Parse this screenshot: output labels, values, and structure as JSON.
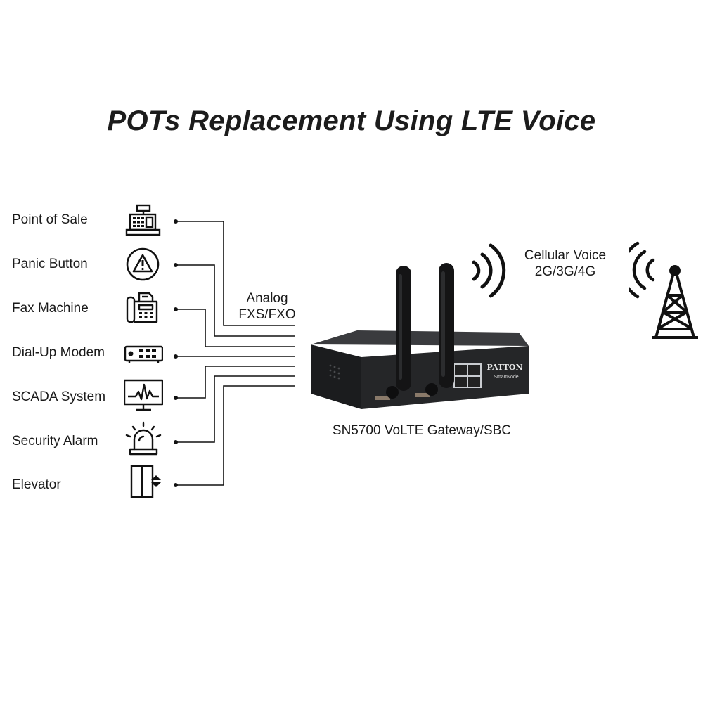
{
  "title": "POTs Replacement Using LTE Voice",
  "devices": [
    {
      "label": "Point of Sale",
      "icon": "cash-register-icon"
    },
    {
      "label": "Panic Button",
      "icon": "warning-button-icon"
    },
    {
      "label": "Fax Machine",
      "icon": "fax-machine-icon"
    },
    {
      "label": "Dial-Up Modem",
      "icon": "modem-icon"
    },
    {
      "label": "SCADA System",
      "icon": "monitor-graph-icon"
    },
    {
      "label": "Security Alarm",
      "icon": "alarm-siren-icon"
    },
    {
      "label": "Elevator",
      "icon": "elevator-icon"
    }
  ],
  "connection": {
    "line1": "Analog",
    "line2": "FXS/FXO"
  },
  "cellular": {
    "line1": "Cellular Voice",
    "line2": "2G/3G/4G"
  },
  "gateway": {
    "label": "SN5700 VoLTE Gateway/SBC",
    "brand": "PATTON",
    "model": "SmartNode"
  },
  "colors": {
    "text": "#1a1a1a",
    "line": "#111111",
    "device": "#1e1f21"
  }
}
